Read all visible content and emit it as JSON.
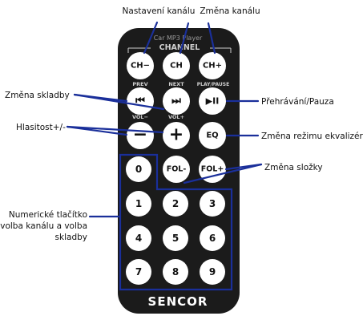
{
  "remote": {
    "header_text": "Car MP3 Player",
    "channel_text": "CHANNEL",
    "brand": "SENCOR",
    "labels": {
      "prev": "PREV",
      "next": "NEXT",
      "play_pause": "PLAY/PAUSE",
      "vol_minus": "VOL−",
      "vol_plus": "VOL+"
    },
    "buttons": {
      "ch_minus": "CH−",
      "ch": "CH",
      "ch_plus": "CH+",
      "prev": "⏮",
      "next": "⏭",
      "play_pause": "▶II",
      "vol_minus": "−",
      "vol_plus": "+",
      "eq": "EQ",
      "fol_minus": "FOL-",
      "fol_plus": "FOL+",
      "d0": "0",
      "d1": "1",
      "d2": "2",
      "d3": "3",
      "d4": "4",
      "d5": "5",
      "d6": "6",
      "d7": "7",
      "d8": "8",
      "d9": "9"
    }
  },
  "callouts": {
    "nastaveni_kanalu": "Nastavení kanálu",
    "zmena_kanalu": "Změna kanálu",
    "zmena_skladby": "Změna skladby",
    "prehravani": "Přehrávání/Pauza",
    "hlasitost": "Hlasitost+/-",
    "ekvalizer": "Změna režimu ekvalizéru",
    "zmena_slozky": "Změna složky",
    "numericke_1": "Numerické tlačítko",
    "numericke_2": "volba kanálu a volba",
    "numericke_3": "skladby"
  },
  "colors": {
    "remote_body": "#1b1b1b",
    "button": "#ffffff",
    "leader": "#1a2f9a"
  }
}
